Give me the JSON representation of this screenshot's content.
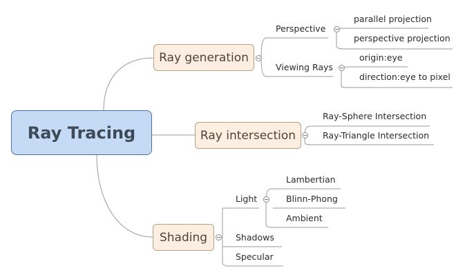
{
  "mindmap": {
    "root": "Ray Tracing",
    "branches": [
      {
        "label": "Ray generation",
        "children": [
          {
            "label": "Perspective",
            "children": [
              "parallel projection",
              "perspective projection"
            ]
          },
          {
            "label": "Viewing Rays",
            "children": [
              "origin:eye",
              "direction:eye to pixel"
            ]
          }
        ]
      },
      {
        "label": "Ray intersection",
        "children": [
          {
            "label": "Ray-Sphere Intersection"
          },
          {
            "label": "Ray-Triangle Intersection"
          }
        ]
      },
      {
        "label": "Shading",
        "children": [
          {
            "label": "Light",
            "children": [
              "Lambertian",
              "Blinn-Phong",
              "Ambient"
            ]
          },
          {
            "label": "Shadows"
          },
          {
            "label": "Specular"
          }
        ]
      }
    ]
  },
  "icons": {
    "collapse": "collapse-icon"
  },
  "colors": {
    "root_fill": "#c5daf5",
    "root_border": "#4a6d9c",
    "branch_fill": "#fcefe1",
    "branch_border": "#b89e83",
    "connector": "#9e9e9e"
  }
}
